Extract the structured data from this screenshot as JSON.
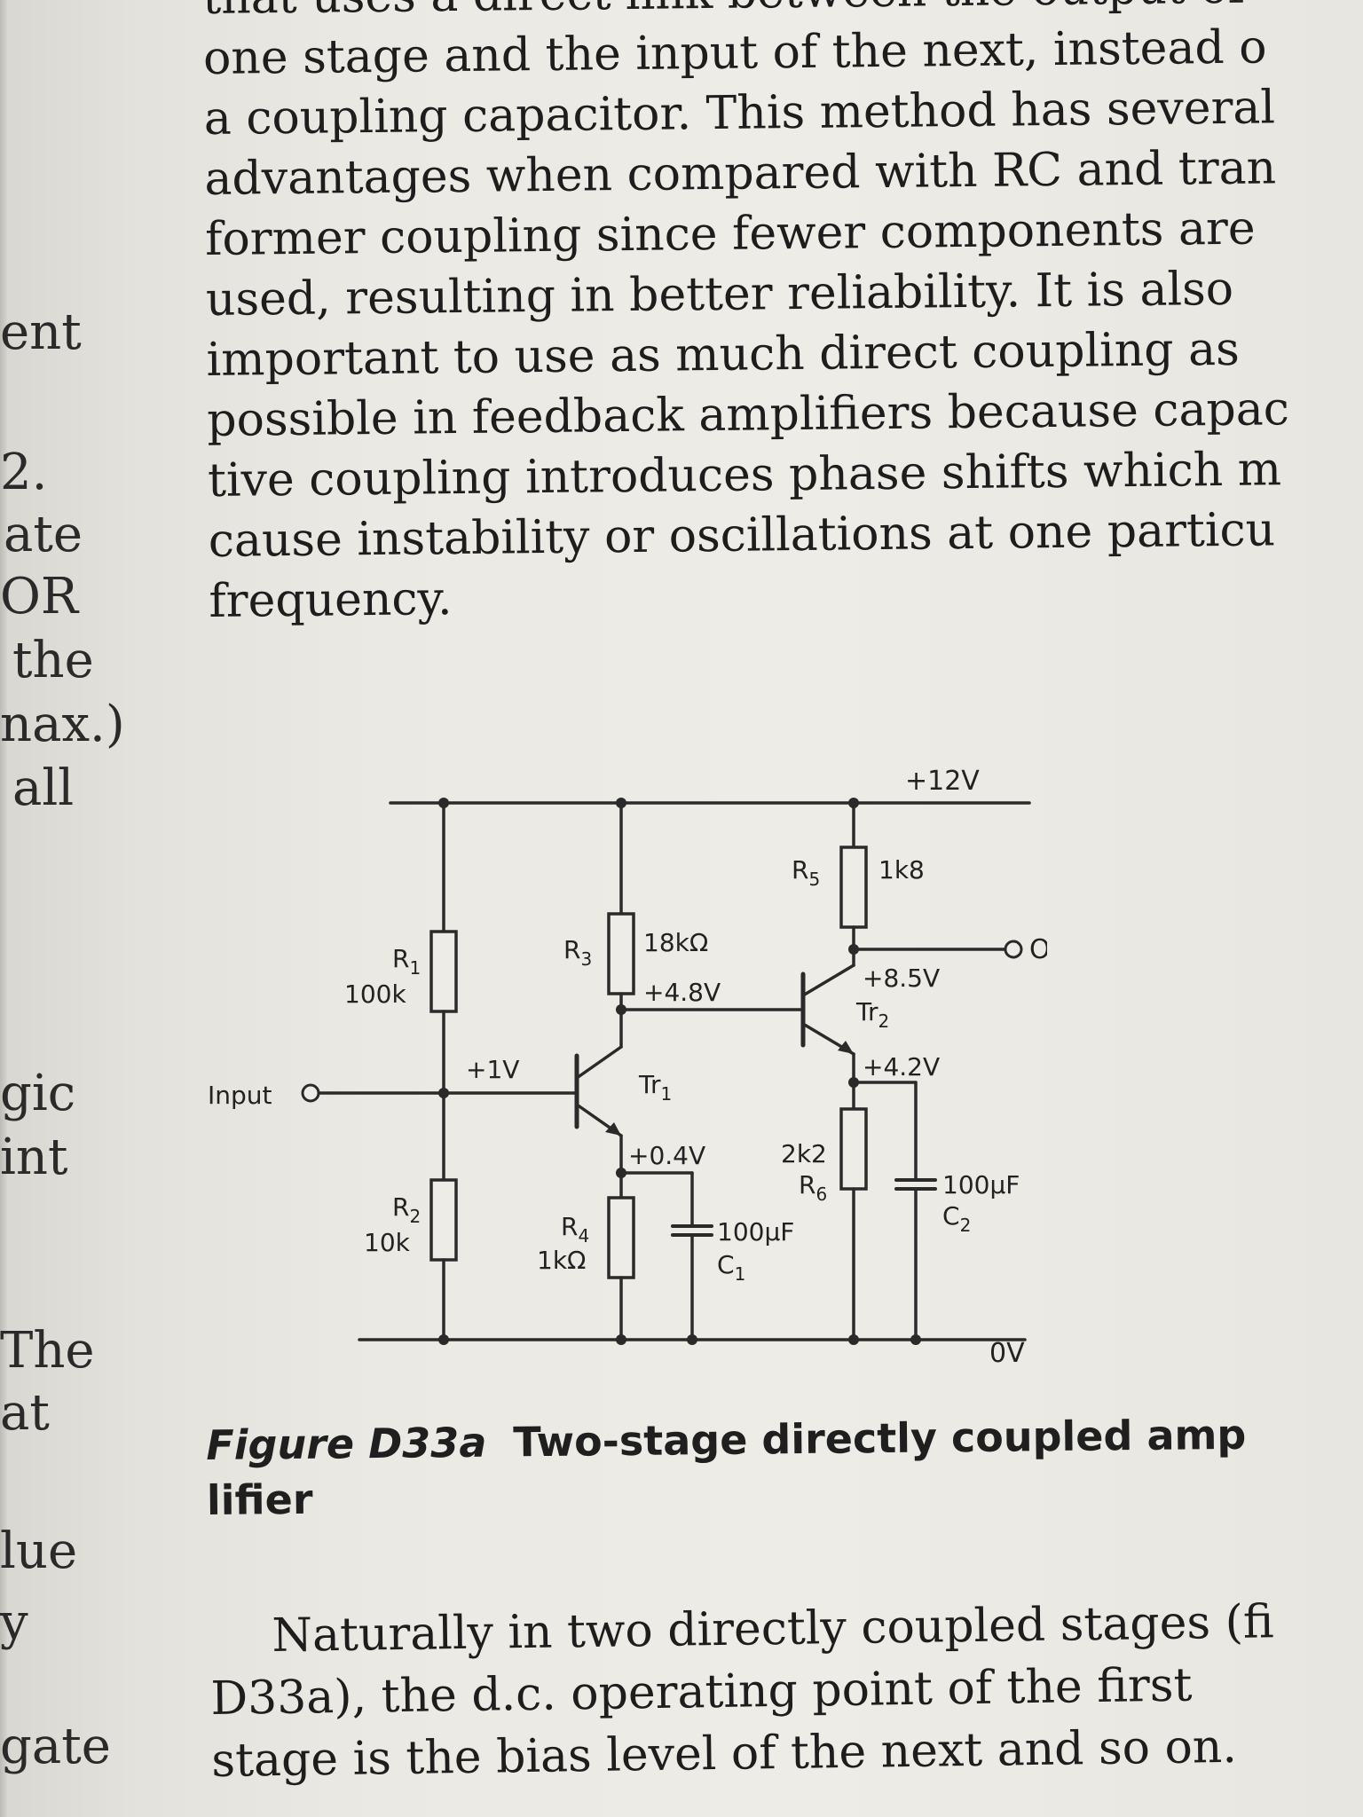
{
  "body_text": [
    "that uses a direct link between the output of",
    "one stage and the input of the next, instead o",
    "a coupling capacitor. This method has several",
    "advantages when compared with RC and tran",
    "former coupling since fewer components are",
    "used, resulting in better reliability. It is also",
    "important to use as much direct coupling as",
    "possible in feedback amplifiers because capac",
    "tive coupling introduces phase shifts which m",
    "cause instability or oscillations at one particu",
    "frequency."
  ],
  "margin_words": [
    "ent",
    "2.",
    "ate",
    "OR",
    "the",
    "nax.)",
    "all",
    "gic",
    "int",
    "The",
    "at",
    "lue",
    "y",
    "gate"
  ],
  "circuit": {
    "supply": "+12V",
    "ground": "0V",
    "input": "Input",
    "output": "Output",
    "r1": {
      "name": "R",
      "sub": "1",
      "value": "100k"
    },
    "r2": {
      "name": "R",
      "sub": "2",
      "value": "10k"
    },
    "r3": {
      "name": "R",
      "sub": "3",
      "value": "18kΩ"
    },
    "r4": {
      "name": "R",
      "sub": "4",
      "value": "1kΩ"
    },
    "r5": {
      "name": "R",
      "sub": "5",
      "value": "1k8"
    },
    "r6": {
      "name": "R",
      "sub": "6",
      "value": "2k2"
    },
    "c1": {
      "name": "C",
      "sub": "1",
      "value": "100µF"
    },
    "c2": {
      "name": "C",
      "sub": "2",
      "value": "100µF"
    },
    "tr1": {
      "name": "Tr",
      "sub": "1"
    },
    "tr2": {
      "name": "Tr",
      "sub": "2"
    },
    "v_base1": "+1V",
    "v_emitter1": "+0.4V",
    "v_collector1": "+4.8V",
    "v_collector2": "+8.5V",
    "v_emitter2": "+4.2V"
  },
  "caption": {
    "label": "Figure D33a",
    "text": "Two-stage directly coupled amp",
    "text_cont": "lifier"
  },
  "bottom_text": [
    "Naturally in two directly coupled stages (fi",
    "D33a), the d.c. operating point of the first",
    "stage is the bias level of the next and so on."
  ]
}
